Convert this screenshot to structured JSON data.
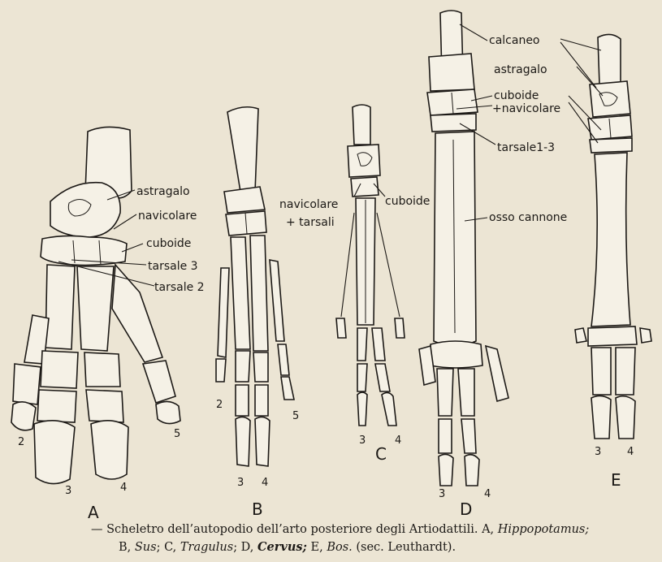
{
  "figures": {
    "A": {
      "letter": "A",
      "labels": {
        "astragalo": "astragalo",
        "navicolare": "navicolare",
        "cuboide": "cuboide",
        "tarsale3": "tarsale 3",
        "tarsale2": "tarsale 2"
      },
      "digits": {
        "d2": "2",
        "d3": "3",
        "d4": "4",
        "d5": "5"
      }
    },
    "B": {
      "letter": "B",
      "digits": {
        "d2": "2",
        "d3": "3",
        "d4": "4",
        "d5": "5"
      }
    },
    "C": {
      "letter": "C",
      "labels": {
        "navicolare_tarsali_1": "navicolare",
        "navicolare_tarsali_2": "+ tarsali",
        "cuboide": "cuboide"
      },
      "digits": {
        "d3": "3",
        "d4": "4"
      }
    },
    "D": {
      "letter": "D",
      "labels": {
        "calcaneo": "calcaneo",
        "astragalo": "astragalo",
        "cuboide_navicolare_1": "cuboide",
        "cuboide_navicolare_2": "+navicolare",
        "tarsale1_3": "tarsale1-3",
        "osso_cannone": "osso cannone"
      },
      "digits": {
        "d3": "3",
        "d4": "4"
      }
    },
    "E": {
      "letter": "E",
      "digits": {
        "d3": "3",
        "d4": "4"
      }
    }
  },
  "caption": {
    "line1_a": "— Scheletro dell’autopodio dell’arto posteriore degli Artiodattili. A, ",
    "hippopotamus": "Hippopotamus;",
    "line2_a": "B, ",
    "sus": "Sus",
    "line2_b": "; C, ",
    "tragulus": "Tragulus",
    "line2_c": "; D, ",
    "cervus": "Cervus;",
    "line2_d": " E, ",
    "bos": "Bos.",
    "line2_e": " (sec. Leuthardt)."
  }
}
